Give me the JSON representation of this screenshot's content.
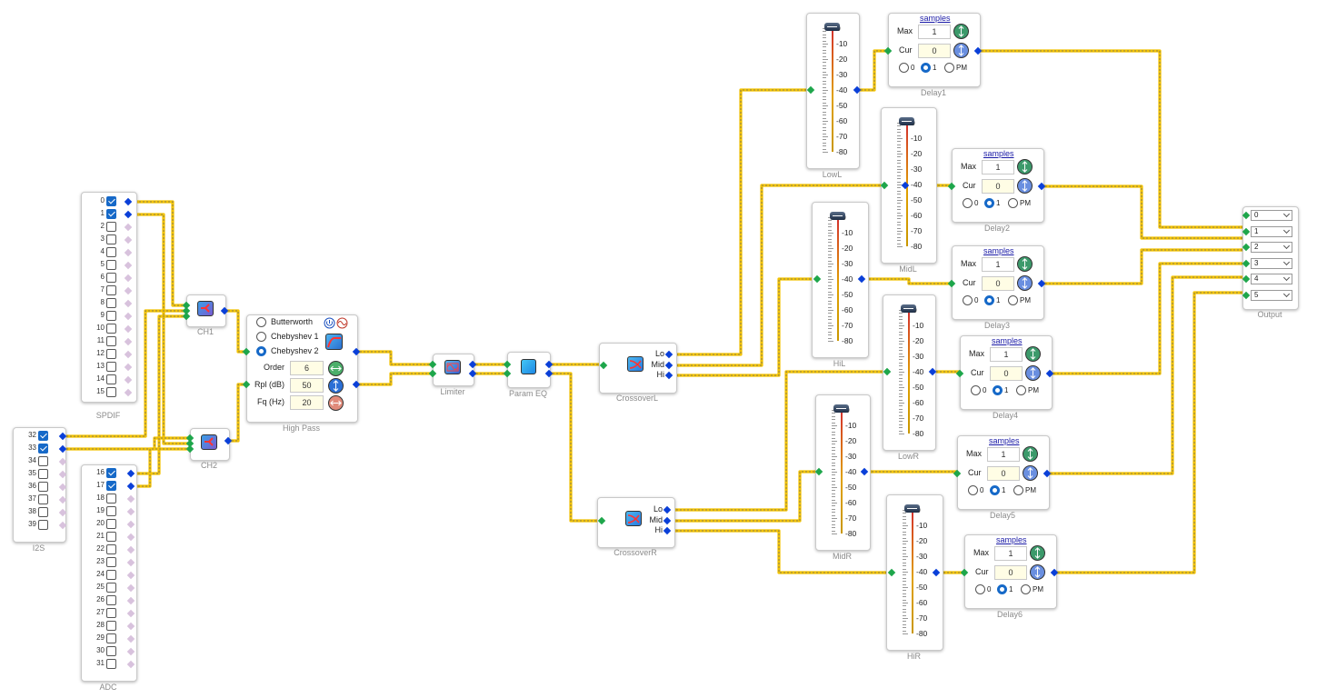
{
  "labels": {
    "spdif": "SPDIF",
    "i2s": "I2S",
    "adc": "ADC",
    "ch1": "CH1",
    "ch2": "CH2",
    "highpass": "High Pass",
    "limiter": "Limiter",
    "parameq": "Param EQ",
    "crossover_l": "CrossoverL",
    "crossover_r": "CrossoverR",
    "output": "Output"
  },
  "spdif_channels": [
    {
      "n": "0",
      "on": true
    },
    {
      "n": "1",
      "on": true
    },
    {
      "n": "2",
      "on": false
    },
    {
      "n": "3",
      "on": false
    },
    {
      "n": "4",
      "on": false
    },
    {
      "n": "5",
      "on": false
    },
    {
      "n": "6",
      "on": false
    },
    {
      "n": "7",
      "on": false
    },
    {
      "n": "8",
      "on": false
    },
    {
      "n": "9",
      "on": false
    },
    {
      "n": "10",
      "on": false
    },
    {
      "n": "11",
      "on": false
    },
    {
      "n": "12",
      "on": false
    },
    {
      "n": "13",
      "on": false
    },
    {
      "n": "14",
      "on": false
    },
    {
      "n": "15",
      "on": false
    }
  ],
  "i2s_channels": [
    {
      "n": "32",
      "on": true
    },
    {
      "n": "33",
      "on": true
    },
    {
      "n": "34",
      "on": false
    },
    {
      "n": "35",
      "on": false
    },
    {
      "n": "36",
      "on": false
    },
    {
      "n": "37",
      "on": false
    },
    {
      "n": "38",
      "on": false
    },
    {
      "n": "39",
      "on": false
    }
  ],
  "adc_channels": [
    {
      "n": "16",
      "on": true
    },
    {
      "n": "17",
      "on": true
    },
    {
      "n": "18",
      "on": false
    },
    {
      "n": "19",
      "on": false
    },
    {
      "n": "20",
      "on": false
    },
    {
      "n": "21",
      "on": false
    },
    {
      "n": "22",
      "on": false
    },
    {
      "n": "23",
      "on": false
    },
    {
      "n": "24",
      "on": false
    },
    {
      "n": "25",
      "on": false
    },
    {
      "n": "26",
      "on": false
    },
    {
      "n": "27",
      "on": false
    },
    {
      "n": "28",
      "on": false
    },
    {
      "n": "29",
      "on": false
    },
    {
      "n": "30",
      "on": false
    },
    {
      "n": "31",
      "on": false
    }
  ],
  "filter": {
    "types": [
      {
        "label": "Butterworth",
        "selected": false
      },
      {
        "label": "Chebyshev 1",
        "selected": false
      },
      {
        "label": "Chebyshev 2",
        "selected": true
      }
    ],
    "params": [
      {
        "label": "Order",
        "value": "6"
      },
      {
        "label": "Rpl (dB)",
        "value": "50"
      },
      {
        "label": "Fq (Hz)",
        "value": "20"
      }
    ]
  },
  "crossover_ports": [
    "Lo",
    "Mid",
    "Hi"
  ],
  "fader_scale": [
    "0",
    "-10",
    "-20",
    "-30",
    "-40",
    "-50",
    "-60",
    "-70",
    "-80"
  ],
  "faders": [
    {
      "name": "LowL",
      "level_db": 0
    },
    {
      "name": "MidL",
      "level_db": 0
    },
    {
      "name": "HiL",
      "level_db": 0
    },
    {
      "name": "LowR",
      "level_db": 0
    },
    {
      "name": "MidR",
      "level_db": 0
    },
    {
      "name": "HiR",
      "level_db": 0
    }
  ],
  "delay_common": {
    "link": "samples",
    "max_label": "Max",
    "cur_label": "Cur",
    "options": [
      "0",
      "1",
      "PM"
    ],
    "selected": "1"
  },
  "delays": [
    {
      "name": "Delay1",
      "max": "1",
      "cur": "0"
    },
    {
      "name": "Delay2",
      "max": "1",
      "cur": "0"
    },
    {
      "name": "Delay3",
      "max": "1",
      "cur": "0"
    },
    {
      "name": "Delay4",
      "max": "1",
      "cur": "0"
    },
    {
      "name": "Delay5",
      "max": "1",
      "cur": "0"
    },
    {
      "name": "Delay6",
      "max": "1",
      "cur": "0"
    }
  ],
  "outputs": [
    "0",
    "1",
    "2",
    "3",
    "4",
    "5"
  ],
  "colors": {
    "wire": "#f2c200",
    "wire_core": "#6b6b6b",
    "pin_in": "#1ea64b",
    "pin_out": "#0a3fd8",
    "pin_disabled": "#d8c2dd",
    "accent": "#1669c8"
  },
  "icons": {
    "ch_router": "router-icon",
    "filter_mode": "power-sine-icon",
    "filter_response": "highpass-curve-icon",
    "order": "left-right-arrows-icon",
    "ripple": "up-down-arrows-icon",
    "freq": "left-right-arrows-icon",
    "limiter": "limiter-icon",
    "parameq": "eq-icon",
    "crossover": "crossover-icon",
    "max_ctrl": "up-down-arrows-icon",
    "cur_ctrl": "up-down-arrows-icon"
  }
}
